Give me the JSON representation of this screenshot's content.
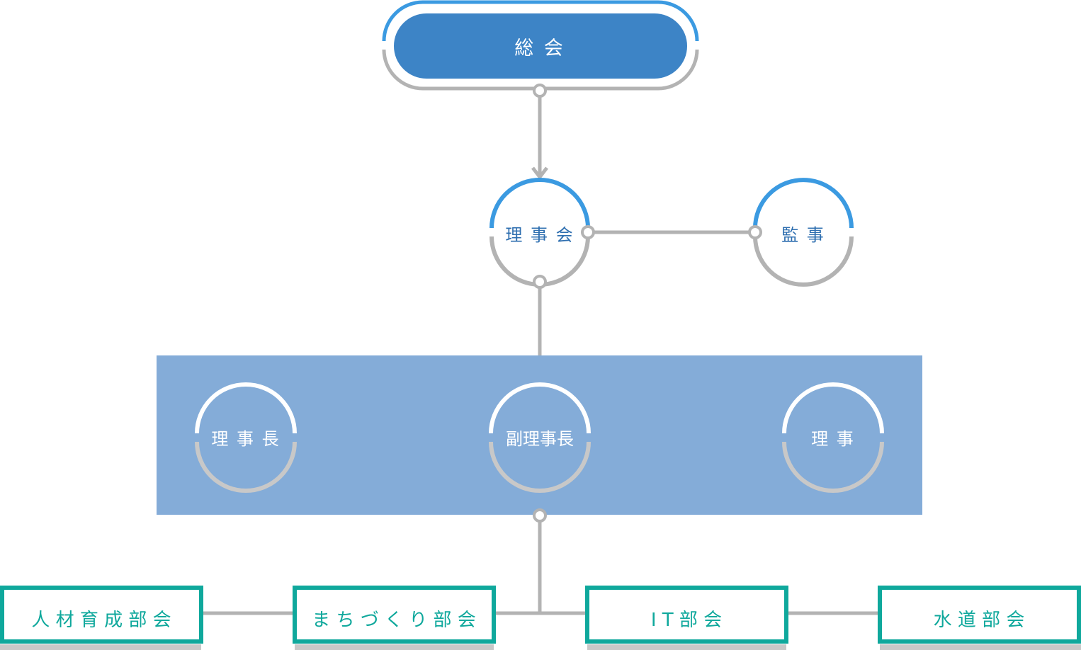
{
  "colors": {
    "general_fill": "#3d84c6",
    "accent_blue": "#3b9ae1",
    "connector_gray": "#b3b3b3",
    "board_panel": "#84acd8",
    "board_ring_bottom": "#c8c8c8",
    "panel_ring_top": "#ffffff",
    "committee_teal": "#0fa89c",
    "node_text_blue": "#2f6fb0",
    "white_text": "#ffffff"
  },
  "nodes": {
    "general_assembly": "総 会",
    "board_of_directors": "理 事 会",
    "auditor": "監 事"
  },
  "board_members": [
    {
      "id": "chairman",
      "label": "理 事 長"
    },
    {
      "id": "vice_chairman",
      "label": "副理事長"
    },
    {
      "id": "director",
      "label": "理 事"
    }
  ],
  "committees": [
    {
      "id": "hr_development",
      "label": "人 材 育 成 部 会"
    },
    {
      "id": "town_planning",
      "label": "ま ち づ く り 部 会"
    },
    {
      "id": "it",
      "label": "I T 部 会"
    },
    {
      "id": "water_supply",
      "label": "水 道 部 会"
    }
  ]
}
